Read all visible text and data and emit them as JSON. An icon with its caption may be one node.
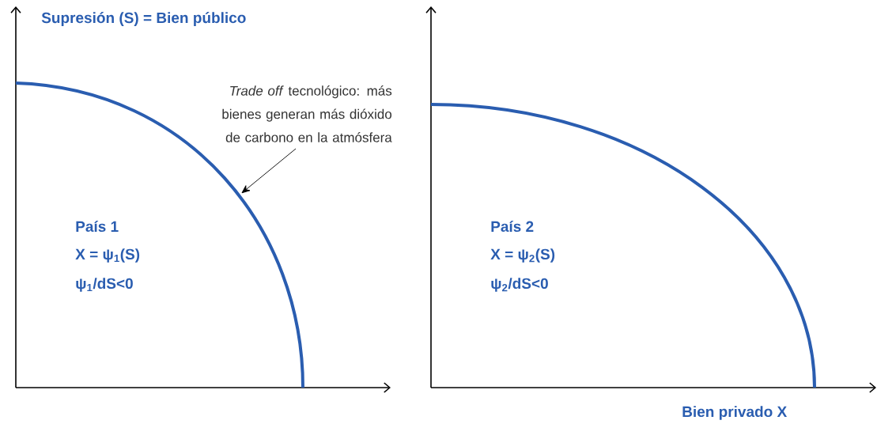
{
  "diagram": {
    "nodes": [
      {
        "text": [
          "*Trade off* tecnológico: más bienes generan más dióxido de carbono en la atmósfera"
        ]
      },
      {
        "text": [],
        "shape": "curve"
      }
    ],
    "edges": [
      {
        "from": 0,
        "to": 1,
        "arrow": "to"
      }
    ],
    "labels": [
      "Supresión (S) = Bien público",
      "País 1",
      "X = ψ$_{1}$(S)",
      "ψ$_{1}$/dS<0",
      "País 2",
      "X = ψ$_{2}$(S)",
      "ψ$_{2}$/dS<0",
      "Bien privado X"
    ]
  }
}
